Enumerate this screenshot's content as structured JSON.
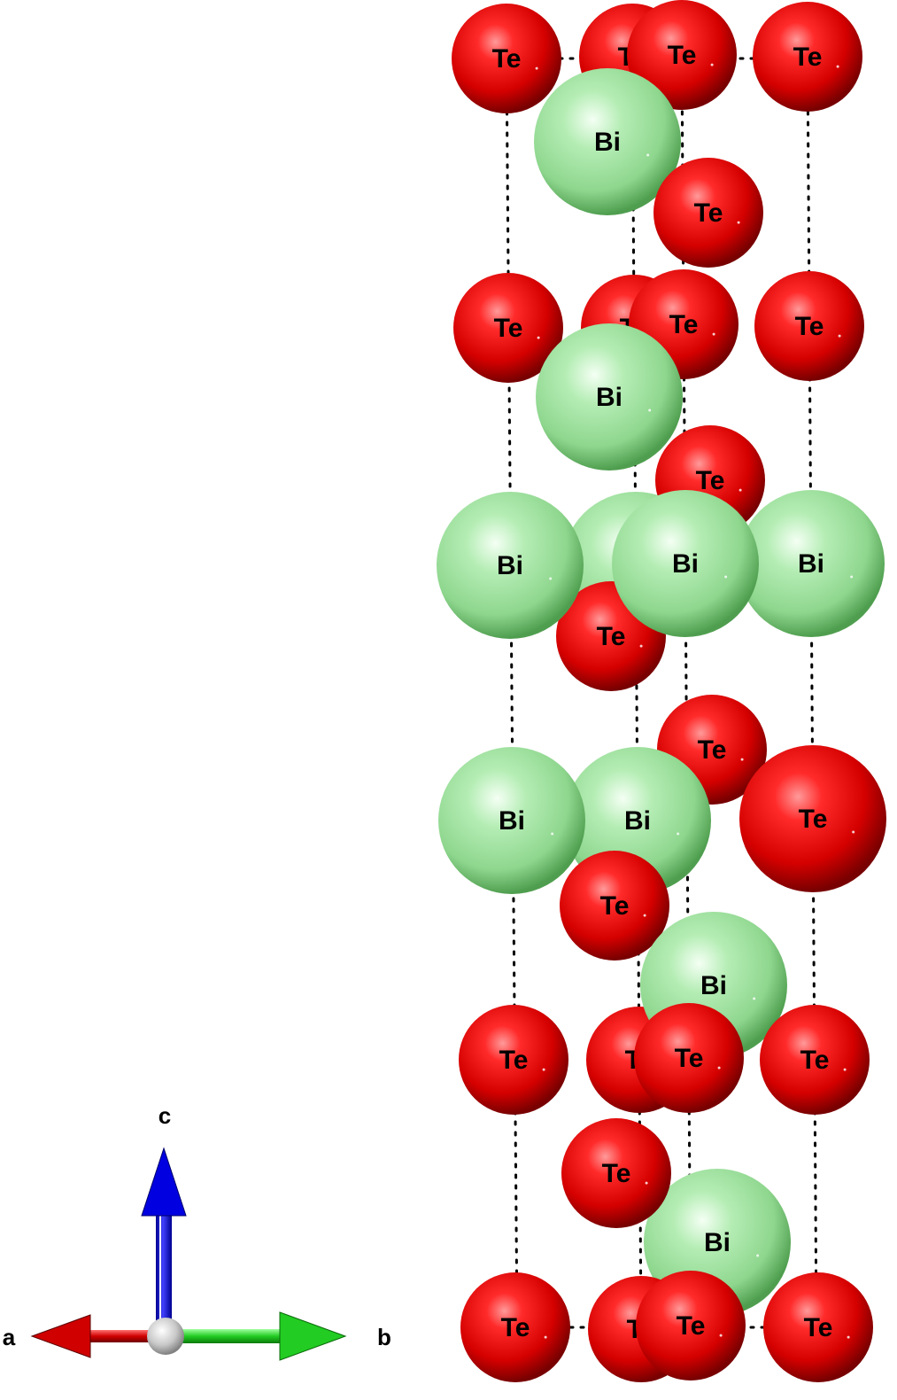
{
  "colors": {
    "Te": {
      "base": "#d40000",
      "light": "#ff8a8a",
      "dark": "#7a0000"
    },
    "Bi": {
      "base": "#8ed68e",
      "light": "#f2fff2",
      "dark": "#4f9e4f"
    },
    "axis_a": "#d00000",
    "axis_b": "#22cc22",
    "axis_c": "#0000e0",
    "origin": "#c8c8c8",
    "cell_edge": "#000000",
    "background": "#ffffff"
  },
  "axes": {
    "a_label": "a",
    "b_label": "b",
    "c_label": "c"
  },
  "atoms": [
    {
      "el": "Te",
      "label": "Te"
    },
    {
      "el": "Te",
      "label": "Te"
    },
    {
      "el": "Te",
      "label": "Te"
    },
    {
      "el": "Te",
      "label": "Te"
    },
    {
      "el": "Bi",
      "label": "Bi"
    },
    {
      "el": "Te",
      "label": "Te"
    },
    {
      "el": "Te",
      "label": "Te"
    },
    {
      "el": "Te",
      "label": "Te"
    },
    {
      "el": "Te",
      "label": "Te"
    },
    {
      "el": "Te",
      "label": "Te"
    },
    {
      "el": "Bi",
      "label": "Bi"
    },
    {
      "el": "Te",
      "label": "Te"
    },
    {
      "el": "Bi",
      "label": "Bi"
    },
    {
      "el": "Te",
      "label": "Te"
    },
    {
      "el": "Bi",
      "label": "Bi"
    },
    {
      "el": "Bi",
      "label": "Bi"
    },
    {
      "el": "Te",
      "label": "Te"
    },
    {
      "el": "Bi",
      "label": "Bi"
    },
    {
      "el": "Bi",
      "label": "Bi"
    },
    {
      "el": "Te",
      "label": "Te"
    },
    {
      "el": "Bi",
      "label": "Bi"
    },
    {
      "el": "Te",
      "label": "Te"
    },
    {
      "el": "Te",
      "label": "Te"
    },
    {
      "el": "Bi",
      "label": "Bi"
    },
    {
      "el": "Te",
      "label": "Te"
    },
    {
      "el": "Te",
      "label": "Te"
    },
    {
      "el": "Te",
      "label": "Te"
    },
    {
      "el": "Bi",
      "label": "Bi"
    },
    {
      "el": "Te",
      "label": "Te"
    },
    {
      "el": "Te",
      "label": "Te"
    },
    {
      "el": "Te",
      "label": "Te"
    },
    {
      "el": "Te",
      "label": "Te"
    },
    {
      "el": "Te",
      "label": "Te"
    },
    {
      "el": "Te",
      "label": "Te"
    }
  ]
}
